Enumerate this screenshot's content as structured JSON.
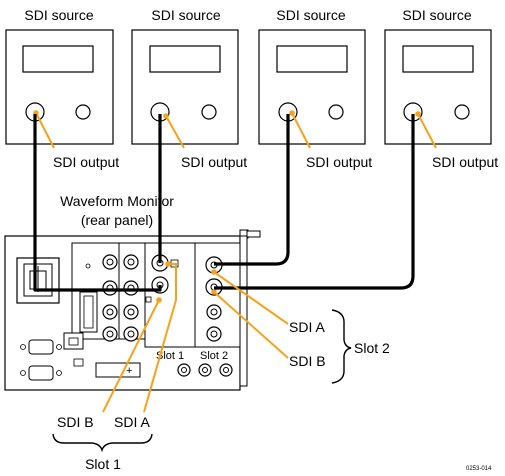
{
  "sources": [
    {
      "title": "SDI source",
      "output_label": "SDI output"
    },
    {
      "title": "SDI source",
      "output_label": "SDI output"
    },
    {
      "title": "SDI source",
      "output_label": "SDI output"
    },
    {
      "title": "SDI source",
      "output_label": "SDI output"
    }
  ],
  "monitor": {
    "title_line1": "Waveform Monitor",
    "title_line2": "(rear panel)",
    "slot1_label": "Slot 1",
    "slot2_label": "Slot 2",
    "plus_label": "+"
  },
  "slot2_callouts": {
    "sdi_a": "SDI A",
    "sdi_b": "SDI B",
    "group": "Slot 2"
  },
  "slot1_callouts": {
    "sdi_b": "SDI B",
    "sdi_a": "SDI A",
    "group": "Slot 1"
  },
  "figure_id": "0253-014",
  "colors": {
    "accent": "#F7A21B",
    "stroke": "#000000",
    "background": "#ffffff"
  }
}
